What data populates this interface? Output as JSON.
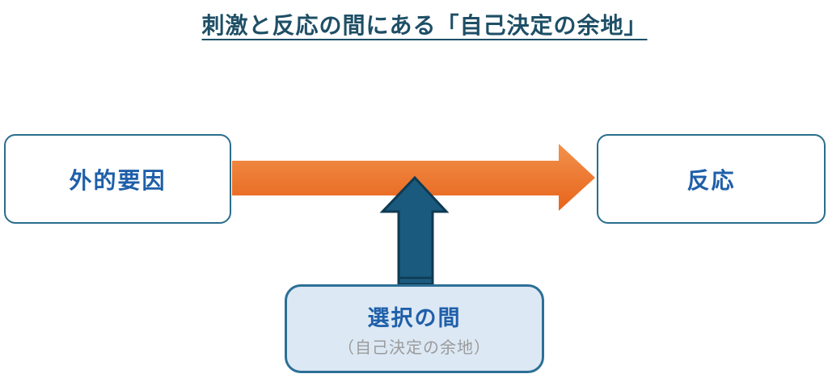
{
  "title": {
    "text": "刺激と反応の間にある「自己決定の余地」"
  },
  "diagram": {
    "stimulus_box": {
      "label": "外的要因"
    },
    "response_box": {
      "label": "反応"
    },
    "choice_box": {
      "label": "選択の間",
      "sublabel": "（自己決定の余地）"
    }
  },
  "colors": {
    "title_text": "#1E4F66",
    "box_border": "#2A6D8C",
    "box_text": "#1F5FA9",
    "choice_box_fill": "#DCE8F4",
    "choice_sublabel_gray": "#9B9B9B",
    "orange_top": "#F2914C",
    "orange_bottom": "#E7641B",
    "teal_fill": "#1A5A7E",
    "teal_stroke": "#0E3A52"
  }
}
